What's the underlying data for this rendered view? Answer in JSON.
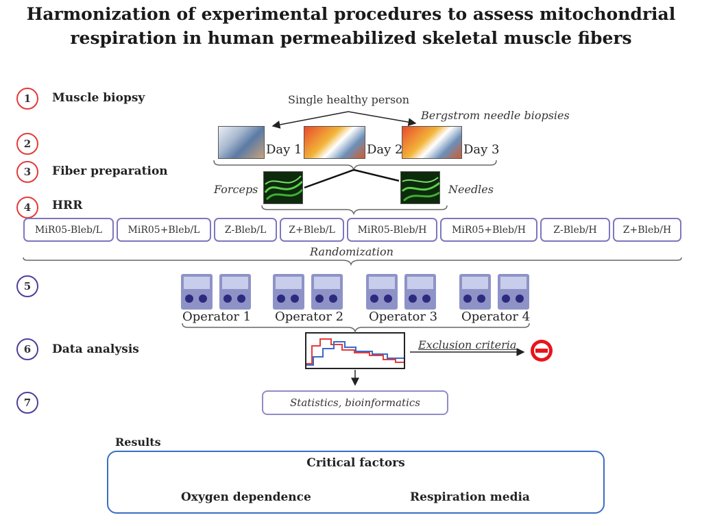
{
  "title": {
    "line1": "Harmonization of experimental procedures to assess mitochondrial",
    "line2": "respiration in human permeabilized skeletal muscle fibers"
  },
  "steps": [
    {
      "number": "1",
      "label": "Muscle biopsy",
      "color": "#e23a3a"
    },
    {
      "number": "2",
      "label": "",
      "color": "#e23a3a"
    },
    {
      "number": "3",
      "label": "Fiber preparation",
      "color": "#e23a3a"
    },
    {
      "number": "4",
      "label": "HRR",
      "color": "#e23a3a"
    },
    {
      "number": "5",
      "label": "",
      "color": "#4a3f9a"
    },
    {
      "number": "6",
      "label": "Data analysis",
      "color": "#4a3f9a"
    },
    {
      "number": "7",
      "label": "",
      "color": "#4a3f9a"
    }
  ],
  "biopsy": {
    "person": "Single healthy person",
    "needle": "Bergstrom needle biopsies",
    "days": [
      "Day 1",
      "Day 2",
      "Day 3"
    ]
  },
  "fiber": {
    "forceps": "Forceps",
    "needles": "Needles"
  },
  "hrr_conditions": [
    "MiR05-Bleb/L",
    "MiR05+Bleb/L",
    "Z-Bleb/L",
    "Z+Bleb/L",
    "MiR05-Bleb/H",
    "MiR05+Bleb/H",
    "Z-Bleb/H",
    "Z+Bleb/H"
  ],
  "randomization": "Randomization",
  "operators": [
    "Operator 1",
    "Operator 2",
    "Operator 3",
    "Operator 4"
  ],
  "analysis": {
    "exclusion": "Exclusion criteria",
    "statistics": "Statistics, bioinformatics"
  },
  "results": {
    "heading": "Results",
    "box_title": "Critical factors",
    "factor_1": "Oxygen dependence",
    "factor_2": "Respiration media"
  },
  "colors": {
    "step_red": "#e23a3a",
    "step_blue": "#4a3f9a",
    "pill_border": "#7c76bd",
    "results_border": "#3a6cc4",
    "exclusion_icon": "#e8141c"
  },
  "icons": {
    "exclusion": "no-entry-icon",
    "operator": "oxygraph-icon"
  }
}
